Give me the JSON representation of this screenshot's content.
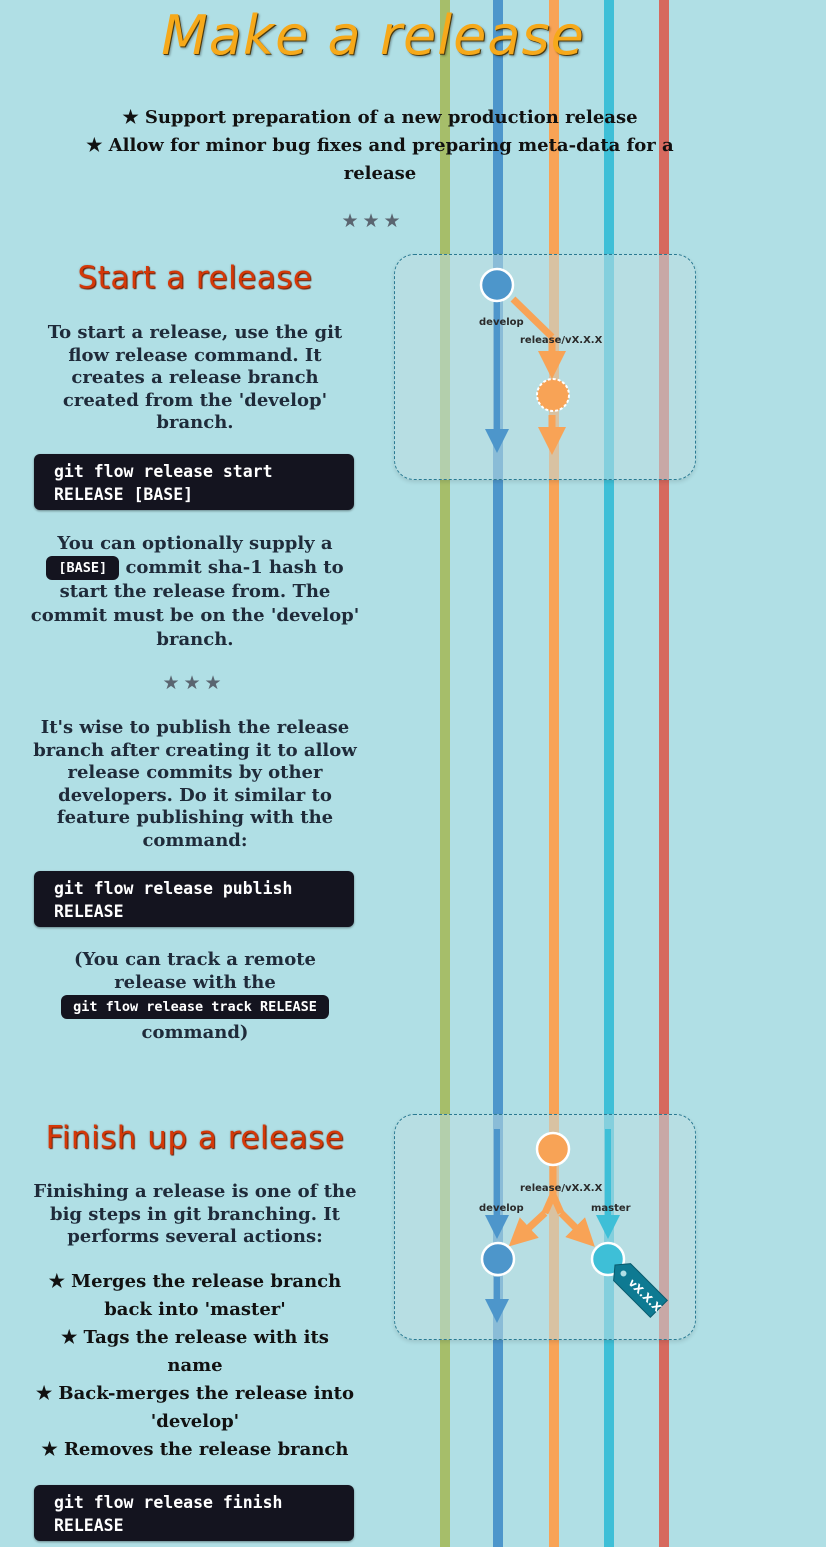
{
  "page": {
    "title": "Make a release",
    "intro": [
      "★ Support preparation of a new production release",
      "★ Allow for minor bug fixes and preparing meta-data for a release"
    ],
    "divider": "★★★"
  },
  "start_section": {
    "title": "Start a release",
    "para1": "To start a release, use the git flow release command. It creates a release branch created from the 'develop' branch.",
    "command1_line1": "git flow release start",
    "command1_line2": "RELEASE [BASE]",
    "para2_before": "You can optionally supply a",
    "base_inline": "[BASE]",
    "para2_after": "commit sha-1 hash to start the release from. The commit must be on the 'develop' branch.",
    "divider": "★★★",
    "para3": "It's wise to publish the release branch after creating it to allow release commits by other developers. Do it similar to feature publishing with the command:",
    "command2_line1": "git flow release publish",
    "command2_line2": "RELEASE",
    "track_before": "(You can track a remote release with the",
    "track_inline": "git flow release track RELEASE",
    "track_after": "command)"
  },
  "start_diagram": {
    "develop_label": "develop",
    "release_label": "release/vX.X.X"
  },
  "finish_section": {
    "title": "Finish up a release",
    "para1": "Finishing a release is one of the big steps in git branching. It performs several actions:",
    "bullets": [
      "★ Merges the release branch back into 'master'",
      "★ Tags the release with its name",
      "★ Back-merges the release into 'develop'",
      "★ Removes the release branch"
    ],
    "command_line1": "git flow release finish",
    "command_line2": "RELEASE"
  },
  "finish_diagram": {
    "release_label": "release/vX.X.X",
    "develop_label": "develop",
    "master_label": "master",
    "tag_label": "vX.X.X"
  },
  "colors": {
    "background": "#b0dfe5",
    "hotfix_line": "#a6be6a",
    "develop_line": "#4d96cb",
    "release_line": "#f8a356",
    "master_line": "#3ebfd7",
    "support_line": "#d6695e",
    "title": "#f6a91a",
    "section_title": "#d43808",
    "code_bg": "#14141f"
  }
}
